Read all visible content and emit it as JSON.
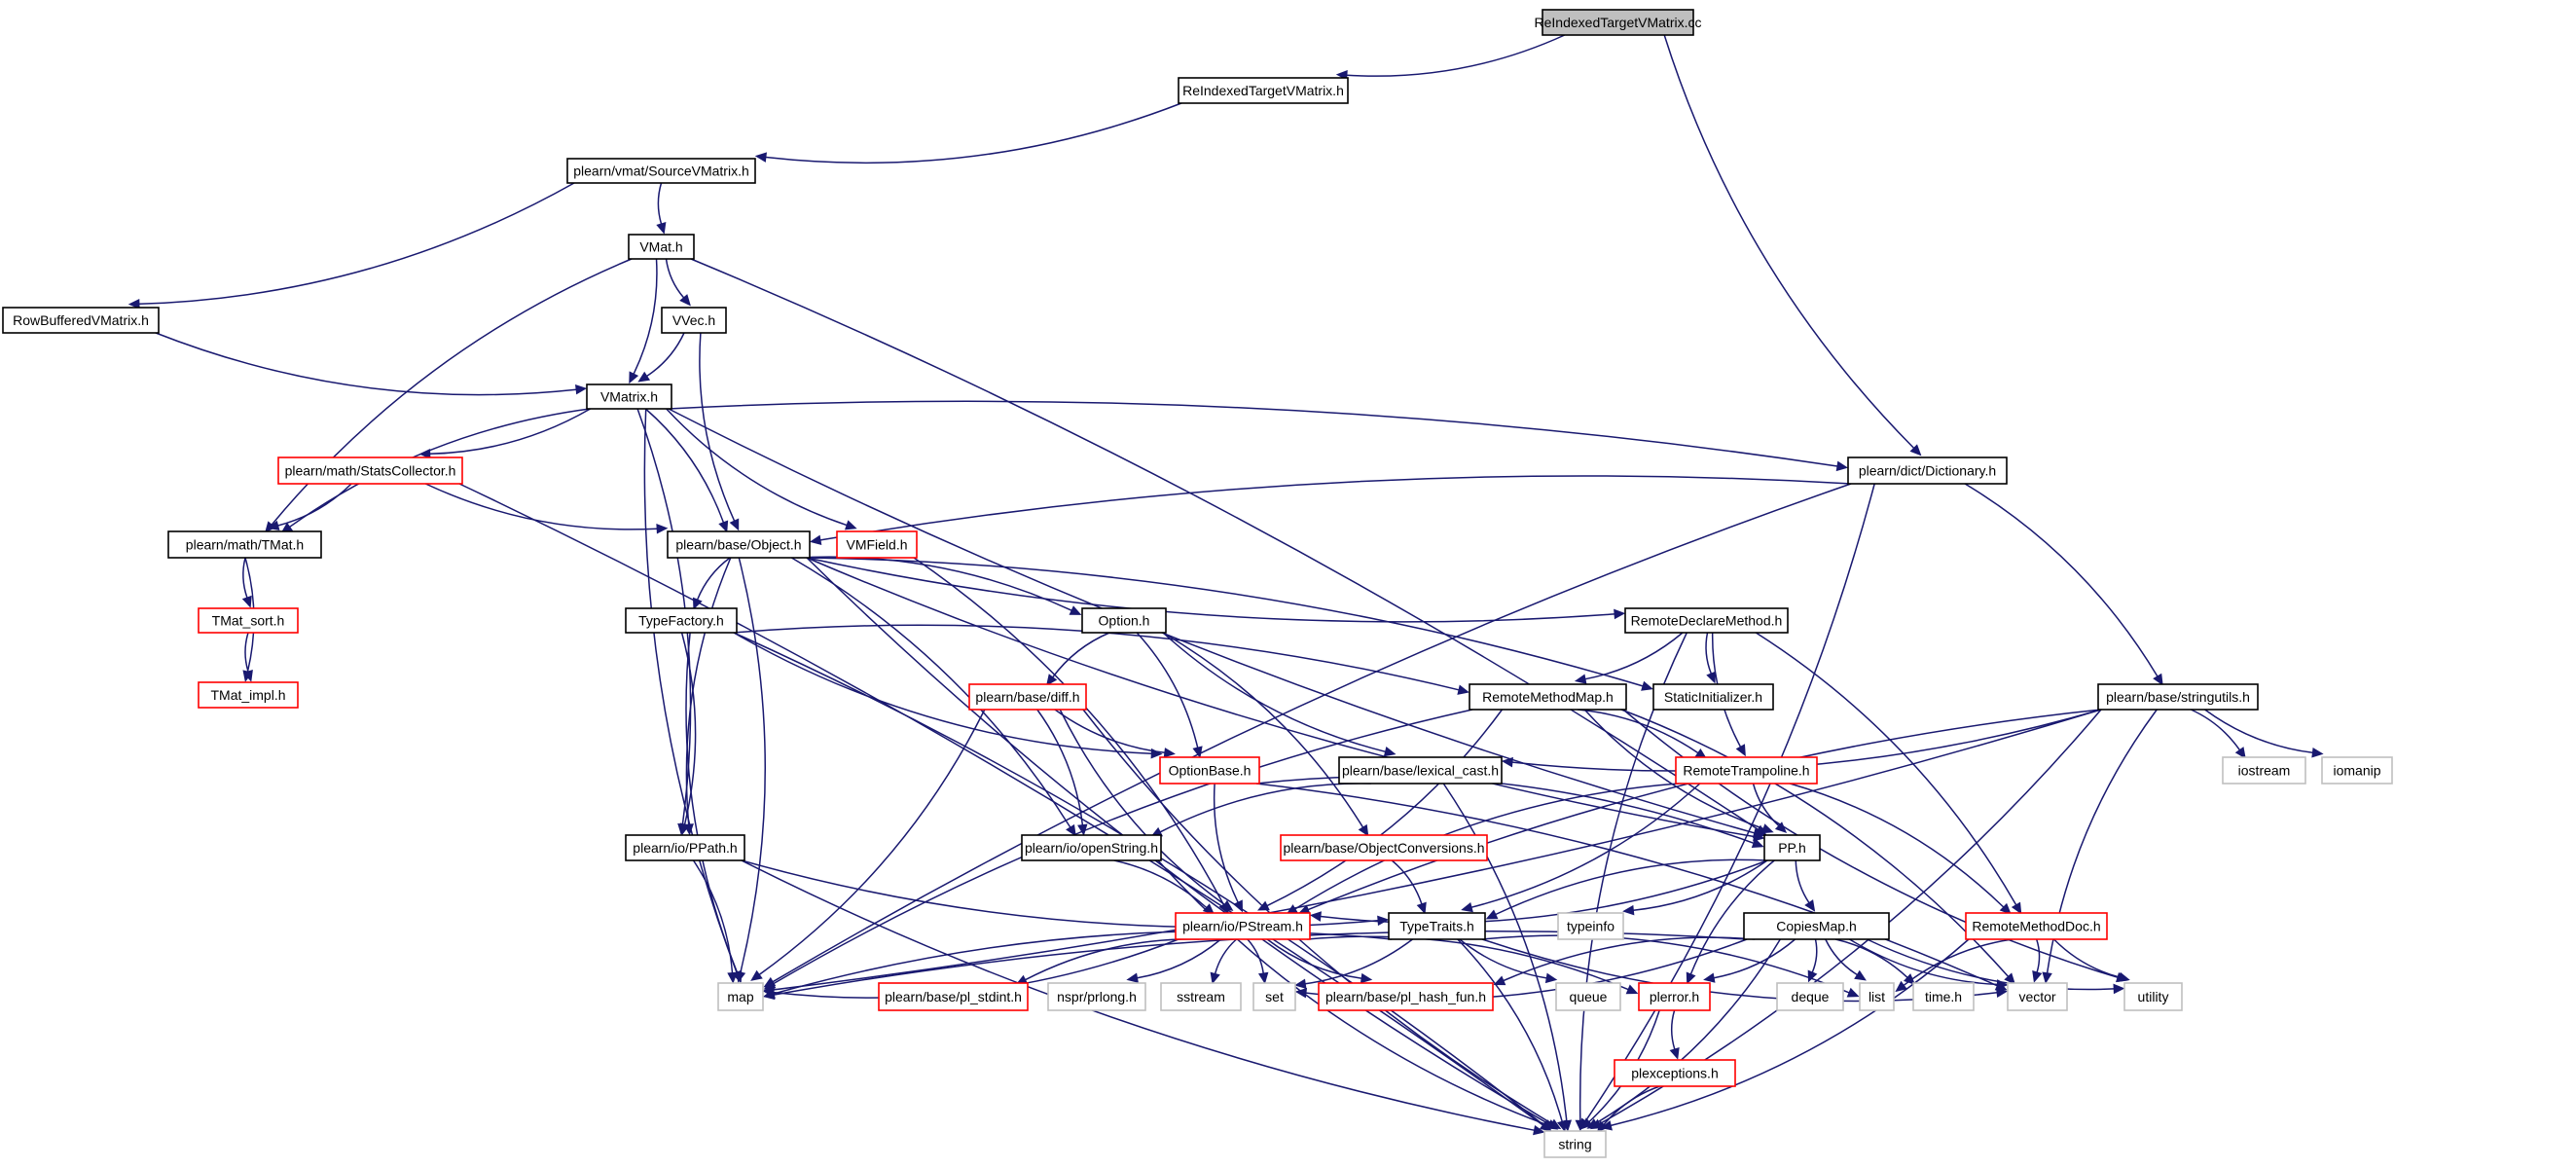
{
  "graph": {
    "title": "ReIndexedTargetVMatrix.cc",
    "colors": {
      "edge": "#191970",
      "root_fill": "#bfbfbf",
      "normal_border": "#000000",
      "truncated_border": "#ff0000",
      "system_border": "#bfbfbf"
    },
    "nodes": [
      {
        "id": "root",
        "label": "ReIndexedTargetVMatrix.cc",
        "kind": "root"
      },
      {
        "id": "rih",
        "label": "ReIndexedTargetVMatrix.h",
        "kind": "normal"
      },
      {
        "id": "svm",
        "label": "plearn/vmat/SourceVMatrix.h",
        "kind": "normal"
      },
      {
        "id": "vmat",
        "label": "VMat.h",
        "kind": "normal"
      },
      {
        "id": "rbv",
        "label": "RowBufferedVMatrix.h",
        "kind": "normal"
      },
      {
        "id": "vvec",
        "label": "VVec.h",
        "kind": "normal"
      },
      {
        "id": "vmatrix",
        "label": "VMatrix.h",
        "kind": "normal"
      },
      {
        "id": "stats",
        "label": "plearn/math/StatsCollector.h",
        "kind": "truncated"
      },
      {
        "id": "dict",
        "label": "plearn/dict/Dictionary.h",
        "kind": "normal"
      },
      {
        "id": "tmat",
        "label": "plearn/math/TMat.h",
        "kind": "normal"
      },
      {
        "id": "object",
        "label": "plearn/base/Object.h",
        "kind": "normal"
      },
      {
        "id": "vmfield",
        "label": "VMField.h",
        "kind": "truncated"
      },
      {
        "id": "tmatsort",
        "label": "TMat_sort.h",
        "kind": "truncated"
      },
      {
        "id": "tmatimpl",
        "label": "TMat_impl.h",
        "kind": "truncated"
      },
      {
        "id": "typefactory",
        "label": "TypeFactory.h",
        "kind": "normal"
      },
      {
        "id": "option",
        "label": "Option.h",
        "kind": "normal"
      },
      {
        "id": "rdm",
        "label": "RemoteDeclareMethod.h",
        "kind": "normal"
      },
      {
        "id": "stringutils",
        "label": "plearn/base/stringutils.h",
        "kind": "normal"
      },
      {
        "id": "diff",
        "label": "plearn/base/diff.h",
        "kind": "truncated"
      },
      {
        "id": "rmm",
        "label": "RemoteMethodMap.h",
        "kind": "normal"
      },
      {
        "id": "staticinit",
        "label": "StaticInitializer.h",
        "kind": "normal"
      },
      {
        "id": "iostream",
        "label": "iostream",
        "kind": "system"
      },
      {
        "id": "iomanip",
        "label": "iomanip",
        "kind": "system"
      },
      {
        "id": "optionbase",
        "label": "OptionBase.h",
        "kind": "truncated"
      },
      {
        "id": "lexcast",
        "label": "plearn/base/lexical_cast.h",
        "kind": "normal"
      },
      {
        "id": "rtramp",
        "label": "RemoteTrampoline.h",
        "kind": "truncated"
      },
      {
        "id": "ppath",
        "label": "plearn/io/PPath.h",
        "kind": "normal"
      },
      {
        "id": "openstring",
        "label": "plearn/io/openString.h",
        "kind": "normal"
      },
      {
        "id": "objconv",
        "label": "plearn/base/ObjectConversions.h",
        "kind": "truncated"
      },
      {
        "id": "pp",
        "label": "PP.h",
        "kind": "normal"
      },
      {
        "id": "pstream",
        "label": "plearn/io/PStream.h",
        "kind": "truncated"
      },
      {
        "id": "typetraits",
        "label": "TypeTraits.h",
        "kind": "normal"
      },
      {
        "id": "typeinfo",
        "label": "typeinfo",
        "kind": "system"
      },
      {
        "id": "copiesmap",
        "label": "CopiesMap.h",
        "kind": "normal"
      },
      {
        "id": "rmdoc",
        "label": "RemoteMethodDoc.h",
        "kind": "truncated"
      },
      {
        "id": "map",
        "label": "map",
        "kind": "system"
      },
      {
        "id": "plstdint",
        "label": "plearn/base/pl_stdint.h",
        "kind": "truncated"
      },
      {
        "id": "prlong",
        "label": "nspr/prlong.h",
        "kind": "system"
      },
      {
        "id": "sstream",
        "label": "sstream",
        "kind": "system"
      },
      {
        "id": "set",
        "label": "set",
        "kind": "system"
      },
      {
        "id": "hashfun",
        "label": "plearn/base/pl_hash_fun.h",
        "kind": "truncated"
      },
      {
        "id": "queue",
        "label": "queue",
        "kind": "system"
      },
      {
        "id": "plerror",
        "label": "plerror.h",
        "kind": "truncated"
      },
      {
        "id": "deque",
        "label": "deque",
        "kind": "system"
      },
      {
        "id": "list",
        "label": "list",
        "kind": "system"
      },
      {
        "id": "timeh",
        "label": "time.h",
        "kind": "system"
      },
      {
        "id": "vector",
        "label": "vector",
        "kind": "system"
      },
      {
        "id": "utility",
        "label": "utility",
        "kind": "system"
      },
      {
        "id": "plexceptions",
        "label": "plexceptions.h",
        "kind": "truncated"
      },
      {
        "id": "string",
        "label": "string",
        "kind": "system"
      }
    ],
    "edges": [
      [
        "root",
        "rih"
      ],
      [
        "root",
        "dict"
      ],
      [
        "rih",
        "svm"
      ],
      [
        "svm",
        "vmat"
      ],
      [
        "svm",
        "rbv"
      ],
      [
        "vmat",
        "vvec"
      ],
      [
        "vmat",
        "vmatrix"
      ],
      [
        "vmat",
        "tmat"
      ],
      [
        "vmat",
        "pp"
      ],
      [
        "rbv",
        "vmatrix"
      ],
      [
        "vvec",
        "vmatrix"
      ],
      [
        "vvec",
        "object"
      ],
      [
        "vmatrix",
        "stats"
      ],
      [
        "vmatrix",
        "tmat"
      ],
      [
        "vmatrix",
        "object"
      ],
      [
        "vmatrix",
        "vmfield"
      ],
      [
        "vmatrix",
        "dict"
      ],
      [
        "vmatrix",
        "pp"
      ],
      [
        "vmatrix",
        "ppath"
      ],
      [
        "vmatrix",
        "map"
      ],
      [
        "stats",
        "tmat"
      ],
      [
        "stats",
        "object"
      ],
      [
        "stats",
        "string"
      ],
      [
        "dict",
        "object"
      ],
      [
        "dict",
        "stringutils"
      ],
      [
        "dict",
        "map"
      ],
      [
        "dict",
        "string"
      ],
      [
        "tmat",
        "tmatsort"
      ],
      [
        "tmat",
        "tmatimpl"
      ],
      [
        "tmatsort",
        "tmatimpl"
      ],
      [
        "vmfield",
        "pstream"
      ],
      [
        "object",
        "typefactory"
      ],
      [
        "object",
        "option"
      ],
      [
        "object",
        "rdm"
      ],
      [
        "object",
        "staticinit"
      ],
      [
        "object",
        "ppath"
      ],
      [
        "object",
        "openstring"
      ],
      [
        "object",
        "pp"
      ],
      [
        "object",
        "map"
      ],
      [
        "object",
        "string"
      ],
      [
        "typefactory",
        "rmm"
      ],
      [
        "typefactory",
        "optionbase"
      ],
      [
        "typefactory",
        "ppath"
      ],
      [
        "typefactory",
        "map"
      ],
      [
        "typefactory",
        "string"
      ],
      [
        "option",
        "diff"
      ],
      [
        "option",
        "optionbase"
      ],
      [
        "option",
        "lexcast"
      ],
      [
        "option",
        "objconv"
      ],
      [
        "rdm",
        "staticinit"
      ],
      [
        "rdm",
        "rmm"
      ],
      [
        "rdm",
        "rtramp"
      ],
      [
        "rdm",
        "rmdoc"
      ],
      [
        "rdm",
        "string"
      ],
      [
        "stringutils",
        "iostream"
      ],
      [
        "stringutils",
        "iomanip"
      ],
      [
        "stringutils",
        "lexcast"
      ],
      [
        "stringutils",
        "pstream"
      ],
      [
        "stringutils",
        "map"
      ],
      [
        "stringutils",
        "vector"
      ],
      [
        "stringutils",
        "string"
      ],
      [
        "diff",
        "optionbase"
      ],
      [
        "diff",
        "openstring"
      ],
      [
        "diff",
        "pstream"
      ],
      [
        "diff",
        "map"
      ],
      [
        "diff",
        "string"
      ],
      [
        "rmm",
        "rtramp"
      ],
      [
        "rmm",
        "pp"
      ],
      [
        "rmm",
        "pstream"
      ],
      [
        "rmm",
        "map"
      ],
      [
        "rmm",
        "vector"
      ],
      [
        "rmm",
        "utility"
      ],
      [
        "optionbase",
        "pp"
      ],
      [
        "optionbase",
        "pstream"
      ],
      [
        "optionbase",
        "vector"
      ],
      [
        "lexcast",
        "openstring"
      ],
      [
        "lexcast",
        "string"
      ],
      [
        "rtramp",
        "pp"
      ],
      [
        "rtramp",
        "typetraits"
      ],
      [
        "rtramp",
        "pstream"
      ],
      [
        "rtramp",
        "rmdoc"
      ],
      [
        "ppath",
        "typetraits"
      ],
      [
        "ppath",
        "map"
      ],
      [
        "ppath",
        "string"
      ],
      [
        "openstring",
        "pstream"
      ],
      [
        "openstring",
        "string"
      ],
      [
        "objconv",
        "typetraits"
      ],
      [
        "pp",
        "typetraits"
      ],
      [
        "pp",
        "typeinfo"
      ],
      [
        "pp",
        "copiesmap"
      ],
      [
        "pp",
        "pstream"
      ],
      [
        "pp",
        "plerror"
      ],
      [
        "pstream",
        "map"
      ],
      [
        "pstream",
        "plstdint"
      ],
      [
        "pstream",
        "prlong"
      ],
      [
        "pstream",
        "sstream"
      ],
      [
        "pstream",
        "set"
      ],
      [
        "pstream",
        "hashfun"
      ],
      [
        "pstream",
        "plerror"
      ],
      [
        "typetraits",
        "map"
      ],
      [
        "typetraits",
        "set"
      ],
      [
        "typetraits",
        "queue"
      ],
      [
        "typetraits",
        "list"
      ],
      [
        "typetraits",
        "vector"
      ],
      [
        "typetraits",
        "string"
      ],
      [
        "copiesmap",
        "map"
      ],
      [
        "copiesmap",
        "set"
      ],
      [
        "copiesmap",
        "hashfun"
      ],
      [
        "copiesmap",
        "deque"
      ],
      [
        "copiesmap",
        "list"
      ],
      [
        "copiesmap",
        "timeh"
      ],
      [
        "copiesmap",
        "vector"
      ],
      [
        "copiesmap",
        "plerror"
      ],
      [
        "copiesmap",
        "utility"
      ],
      [
        "copiesmap",
        "string"
      ],
      [
        "rmdoc",
        "list"
      ],
      [
        "rmdoc",
        "vector"
      ],
      [
        "rmdoc",
        "utility"
      ],
      [
        "rmdoc",
        "string"
      ],
      [
        "plerror",
        "plexceptions"
      ],
      [
        "plerror",
        "string"
      ],
      [
        "plexceptions",
        "string"
      ]
    ]
  }
}
